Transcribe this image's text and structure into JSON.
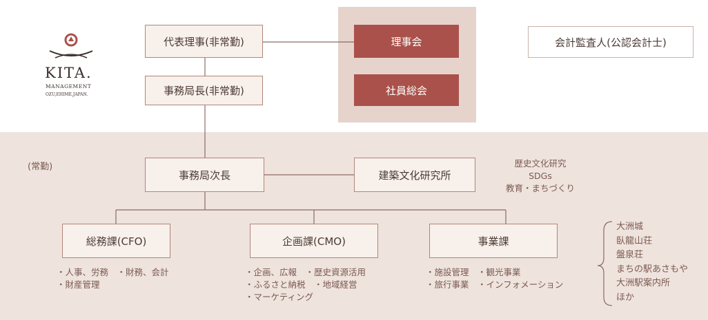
{
  "logo": {
    "name": "KITA.",
    "line2": "MANAGEMENT",
    "line3": "OZU,EHIME,JAPAN."
  },
  "governance": {
    "representative_director": "代表理事(非常勤)",
    "secretary_general": "事務局長(非常勤)",
    "board": "理事会",
    "general_meeting": "社員総会",
    "auditor": "会計監査人(公認会計士)"
  },
  "fulltime": {
    "label": "(常勤)",
    "deputy_secretary_general": "事務局次長",
    "architecture_institute": "建築文化研究所",
    "institute_notes": [
      "歴史文化研究",
      "SDGs",
      "教育・まちづくり"
    ]
  },
  "divisions": [
    {
      "name": "総務課(CFO)",
      "items": [
        "・人事、労務　・財務、会計",
        "・財産管理"
      ]
    },
    {
      "name": "企画課(CMO)",
      "items": [
        "・企画、広報　・歴史資源活用",
        "・ふるさと納税　・地域経営",
        "・マーケティング"
      ]
    },
    {
      "name": "事業課",
      "items": [
        "・施設管理　・観光事業",
        "・旅行事業　・インフォメーション"
      ]
    }
  ],
  "facilities": [
    "大洲城",
    "臥龍山荘",
    "盤泉荘",
    "まちの駅あさもや",
    "大洲駅案内所",
    "ほか"
  ],
  "colors": {
    "accent_red": "#a9514a",
    "box_fill": "#f8f0ea",
    "panel_fill": "#efe3de",
    "line": "#8a6a60"
  }
}
